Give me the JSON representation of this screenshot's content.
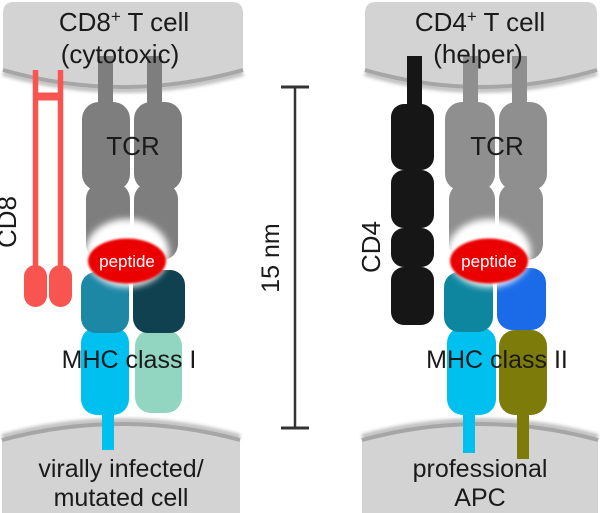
{
  "colors": {
    "membrane": "#d3d3d3",
    "membrane_edge": "#a6a6a6",
    "membrane_shadow": "#c2c2c2",
    "tcr_left": "#7e7e7e",
    "tcr_right": "#8f8f8f",
    "cd8_red": "#f85450",
    "cd4_black": "#161616",
    "peptide_red": "#ea0000",
    "peptide_halo": "#ffffff",
    "mhc1_upper_left": "#1d87a6",
    "mhc1_upper_right": "#0f4150",
    "mhc1_lower_left": "#00c0f0",
    "mhc1_lower_right": "#92d5c1",
    "mhc2_upper_left": "#0f86a0",
    "mhc2_upper_right": "#1b6be8",
    "mhc2_lower_left": "#00c0f0",
    "mhc2_lower_right": "#7d7b0a",
    "scale_bar": "#333333"
  },
  "left_panel": {
    "cell_title": {
      "pre": "CD8",
      "sup": "+",
      "post": " T cell"
    },
    "cell_subtitle": "(cytotoxic)",
    "coreceptor_label": "CD8",
    "tcr_label": "TCR",
    "peptide_label": "peptide",
    "mhc_label": "MHC class I",
    "apc_line1": "virally infected/",
    "apc_line2": "mutated cell"
  },
  "right_panel": {
    "cell_title": {
      "pre": "CD4",
      "sup": "+",
      "post": " T cell"
    },
    "cell_subtitle": "(helper)",
    "coreceptor_label": "CD4",
    "tcr_label": "TCR",
    "peptide_label": "peptide",
    "mhc_label": "MHC class II",
    "apc_line1": "professional",
    "apc_line2": "APC"
  },
  "scale_bar": {
    "label": "15 nm"
  }
}
